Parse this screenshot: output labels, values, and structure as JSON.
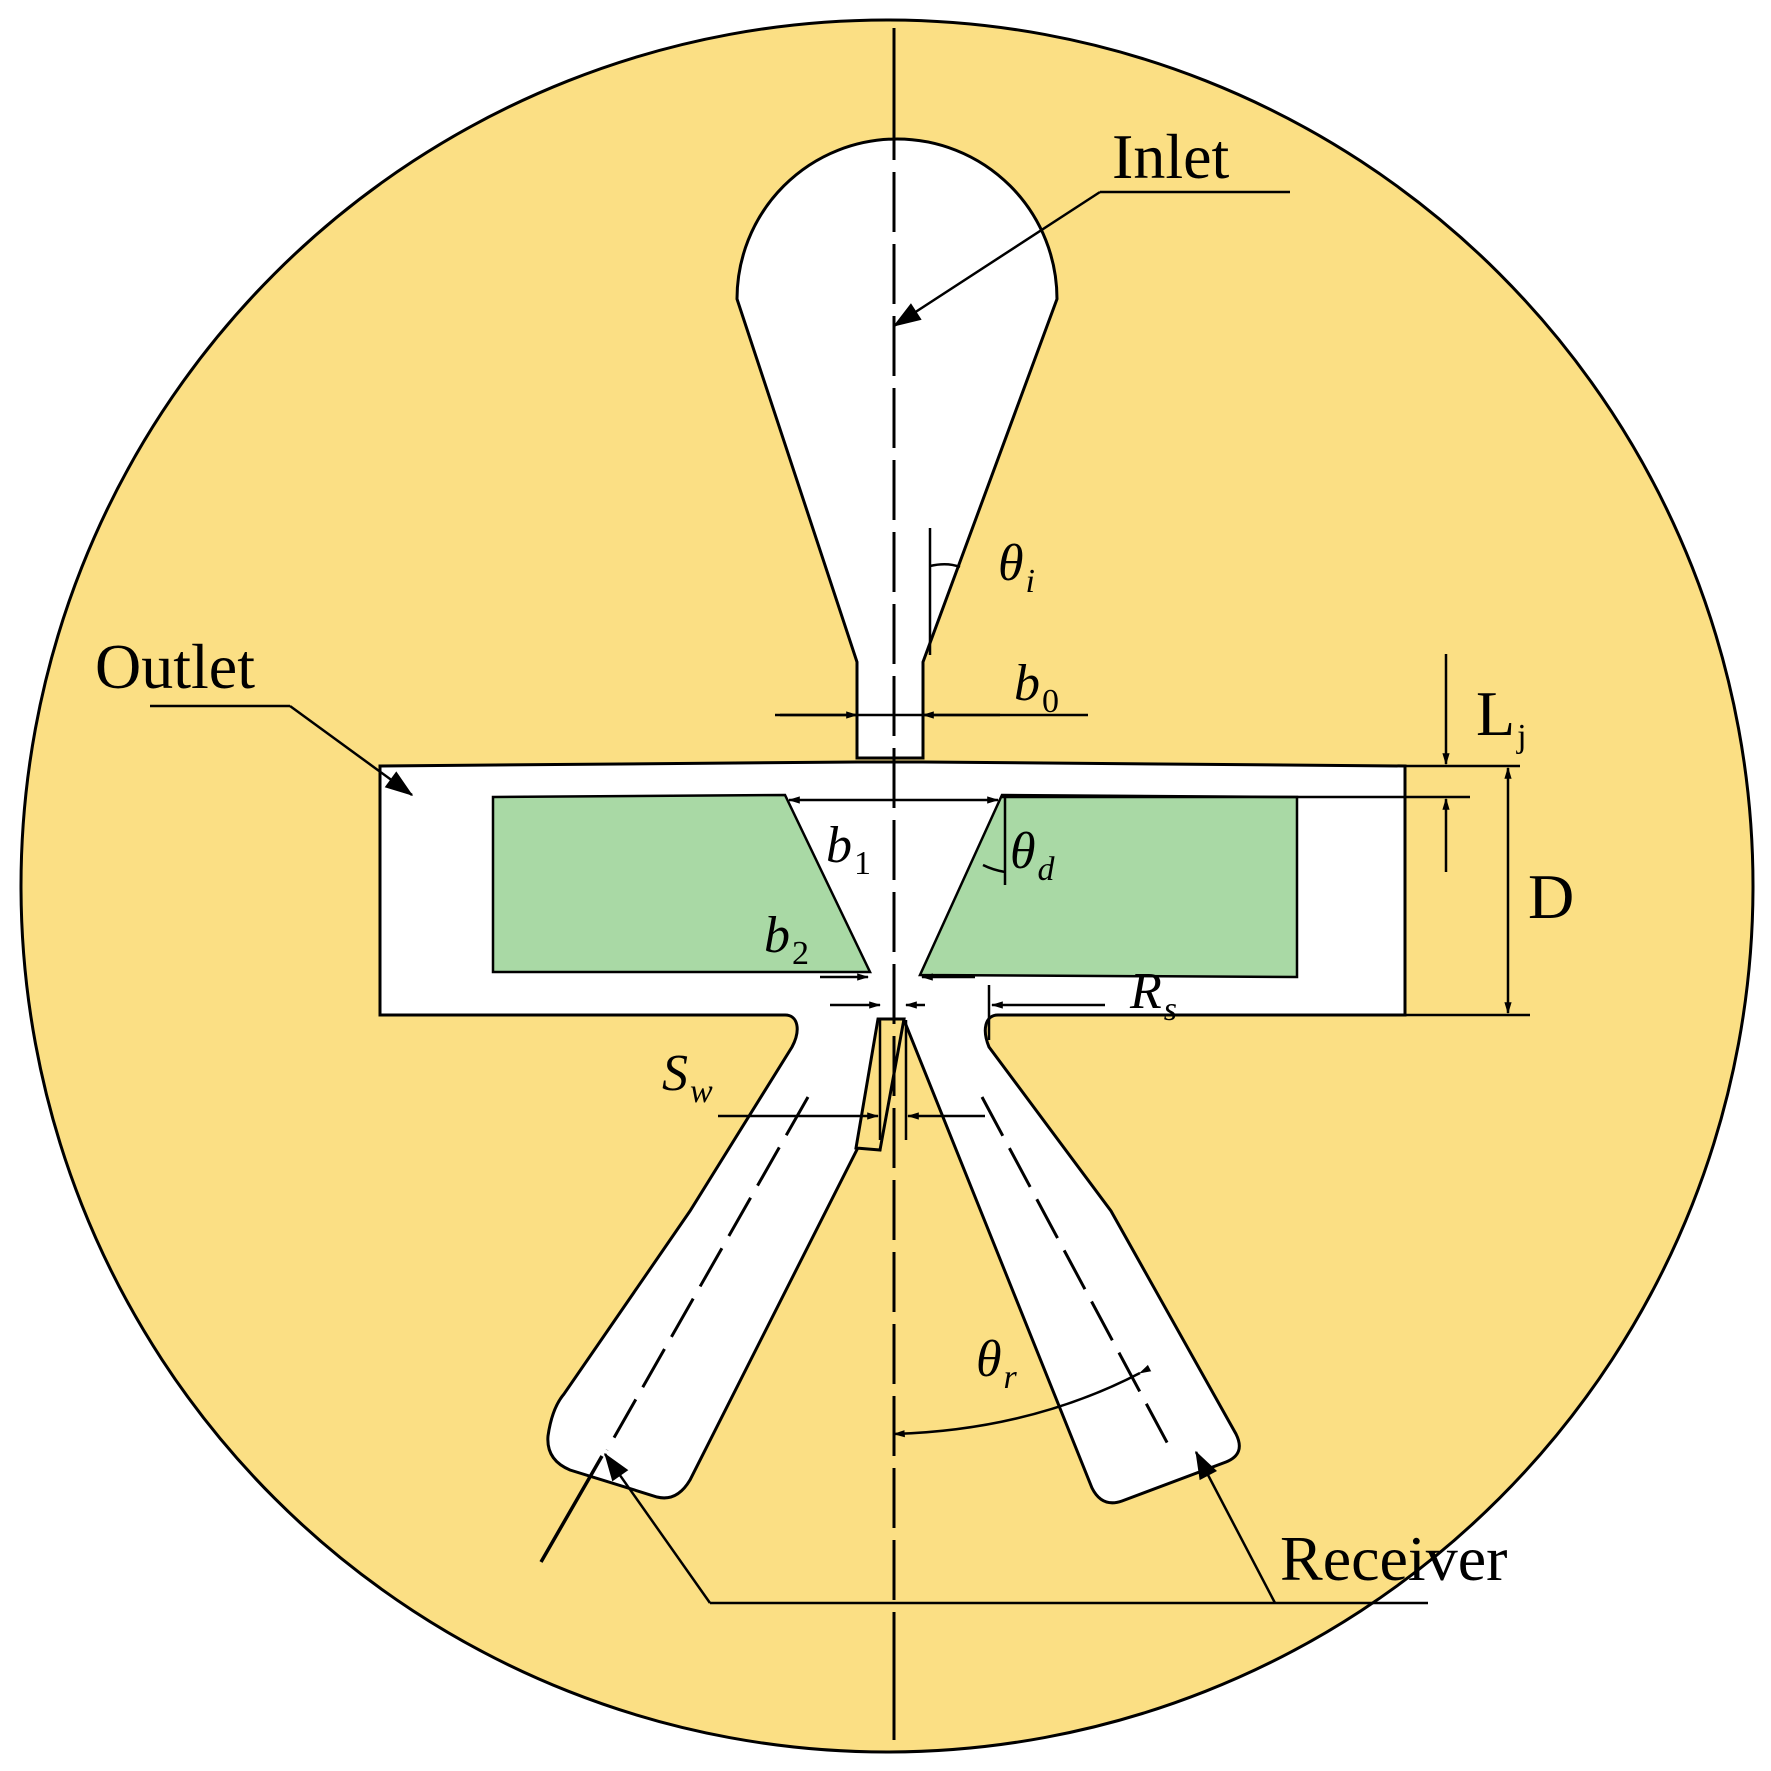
{
  "labels": {
    "inlet": "Inlet",
    "outlet": "Outlet",
    "receiver": "Receiver"
  },
  "dimensions": {
    "theta_i": {
      "base": "θ",
      "sub": "i"
    },
    "theta_d": {
      "base": "θ",
      "sub": "d"
    },
    "theta_r": {
      "base": "θ",
      "sub": "r"
    },
    "b0": {
      "base": "b",
      "sub": "0"
    },
    "b1": {
      "base": "b",
      "sub": "1"
    },
    "b2": {
      "base": "b",
      "sub": "2"
    },
    "Lj": {
      "base": "L",
      "sub": "j"
    },
    "D": "D",
    "Rs": {
      "base": "R",
      "sub": "s"
    },
    "Sw": {
      "base": "S",
      "sub": "w"
    }
  },
  "colors": {
    "body": "#fbdf84",
    "cavity": "#ffffff",
    "deflector": "#a9d9a5",
    "line": "#000000"
  }
}
